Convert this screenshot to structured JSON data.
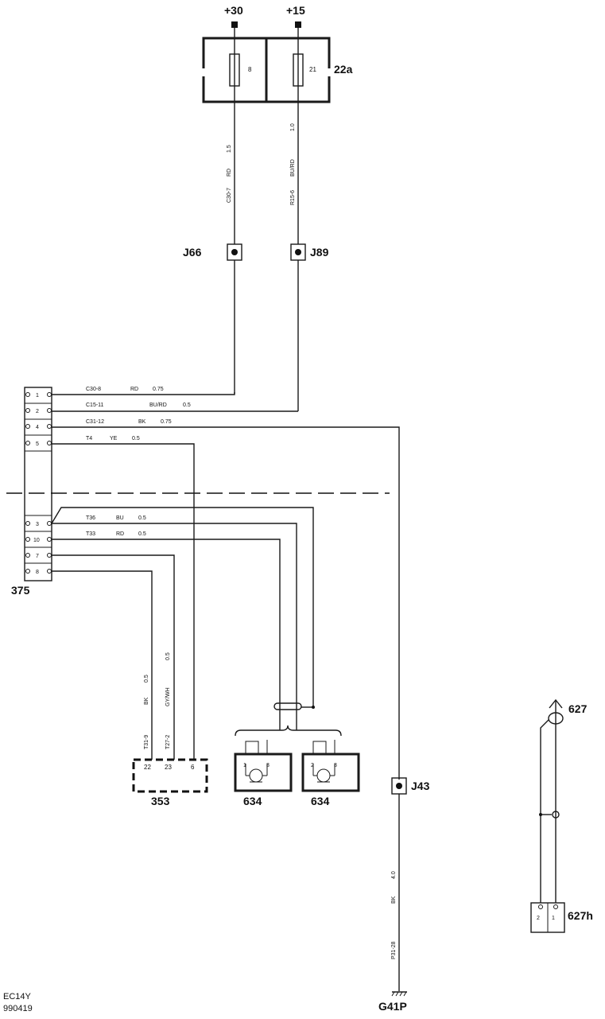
{
  "supply": {
    "plus30": "+30",
    "plus15": "+15"
  },
  "fusebox": {
    "id": "22a",
    "fuse_a": "8",
    "fuse_b": "21"
  },
  "wires_top": {
    "left": {
      "size": "1.5",
      "color": "RD",
      "pin": "C30-7"
    },
    "right": {
      "size": "1.0",
      "color": "BU/RD",
      "pin": "R15-6"
    }
  },
  "junctions": {
    "j66": "J66",
    "j89": "J89",
    "j43": "J43"
  },
  "connector375": {
    "id": "375",
    "pins_top": [
      "1",
      "2",
      "4",
      "5"
    ],
    "pins_bottom": [
      "3",
      "10",
      "7",
      "8"
    ]
  },
  "wire_labels": {
    "w1": {
      "pin": "C30-8",
      "color": "RD",
      "size": "0.75"
    },
    "w2": {
      "pin": "C15-11",
      "color": "BU/RD",
      "size": "0.5"
    },
    "w4": {
      "pin": "C31-12",
      "color": "BK",
      "size": "0.75"
    },
    "w5": {
      "pin": "T4",
      "color": "YE",
      "size": "0.5"
    },
    "w3": {
      "pin": "T36",
      "color": "BU",
      "size": "0.5"
    },
    "w10": {
      "pin": "T33",
      "color": "RD",
      "size": "0.5"
    }
  },
  "vertical_labels": {
    "bk": {
      "size": "0.5",
      "color": "BK",
      "pin": "T31-9"
    },
    "gywh": {
      "size": "0.5",
      "color": "GY/WH",
      "pin": "T27-2"
    },
    "ground": {
      "size": "4.0",
      "color": "BK",
      "pin": "P31-28"
    }
  },
  "connector353": {
    "id": "353",
    "pins": [
      "22",
      "23",
      "6"
    ]
  },
  "speakers": {
    "id_a": "634",
    "id_b": "634",
    "a_pins": [
      "1",
      "3"
    ],
    "b_pins": [
      "2",
      "3"
    ]
  },
  "ground": {
    "id": "G41P"
  },
  "antenna": {
    "id": "627",
    "connector": "627h",
    "pins": [
      "2",
      "1"
    ]
  },
  "footer": {
    "code": "EC14Y",
    "date": "990419"
  }
}
